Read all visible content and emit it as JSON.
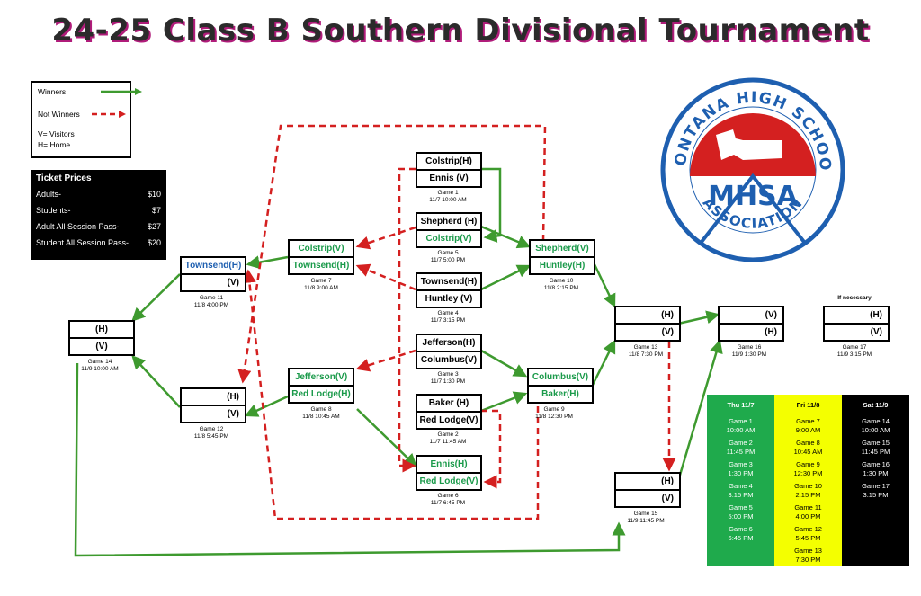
{
  "title": "24-25 Class B Southern Divisional Tournament",
  "legend": {
    "winners": "Winners",
    "not_winners": "Not Winners",
    "visitors": "V= Visitors",
    "home": "H= Home"
  },
  "tickets": {
    "heading": "Ticket Prices",
    "rows": [
      {
        "label": "Adults-",
        "price": "$10"
      },
      {
        "label": "Students-",
        "price": "$7"
      },
      {
        "label": "Adult All Session Pass-",
        "price": "$27"
      },
      {
        "label": "Student All Session Pass-",
        "price": "$20"
      }
    ]
  },
  "logo": {
    "top_text": "MONTANA HIGH SCHOOL",
    "center_text": "MHSA",
    "bottom_text": "ASSOCIATION"
  },
  "games": {
    "g1": {
      "top": "Colstrip(H)",
      "bottom": "Ennis (V)",
      "label": "Game 1",
      "time": "11/7 10:00 AM"
    },
    "g2": {
      "top": "Baker (H)",
      "bottom": "Red Lodge(V)",
      "label": "Game 2",
      "time": "11/7 11:45 AM"
    },
    "g3": {
      "top": "Jefferson(H)",
      "bottom": "Columbus(V)",
      "label": "Game 3",
      "time": "11/7 1:30 PM"
    },
    "g4": {
      "top": "Townsend(H)",
      "bottom": "Huntley (V)",
      "label": "Game 4",
      "time": "11/7 3:15 PM"
    },
    "g5": {
      "top": "Shepherd (H)",
      "bottom": "Colstrip(V)",
      "label": "Game 5",
      "time": "11/7 5:00 PM"
    },
    "g6": {
      "top": "Ennis(H)",
      "bottom": "Red Lodge(V)",
      "label": "Game 6",
      "time": "11/7 6:45 PM"
    },
    "g7": {
      "top": "Colstrip(V)",
      "bottom": "Townsend(H)",
      "label": "Game 7",
      "time": "11/8 9:00 AM"
    },
    "g8": {
      "top": "Jefferson(V)",
      "bottom": "Red Lodge(H)",
      "label": "Game 8",
      "time": "11/8 10:45 AM"
    },
    "g9": {
      "top": "Columbus(V)",
      "bottom": "Baker(H)",
      "label": "Game 9",
      "time": "11/8 12:30 PM"
    },
    "g10": {
      "top": "Shepherd(V)",
      "bottom": "Huntley(H)",
      "label": "Game 10",
      "time": "11/8 2:15 PM"
    },
    "g11": {
      "top": "Townsend(H)",
      "bottom": "(V)",
      "label": "Game 11",
      "time": "11/8 4:00 PM"
    },
    "g12": {
      "top": "(H)",
      "bottom": "(V)",
      "label": "Game 12",
      "time": "11/8 5:45 PM"
    },
    "g13": {
      "top": "(H)",
      "bottom": "(V)",
      "label": "Game 13",
      "time": "11/8 7:30 PM"
    },
    "g14": {
      "top": "(H)",
      "bottom": "(V)",
      "label": "Game 14",
      "time": "11/9 10:00 AM"
    },
    "g15": {
      "top": "(H)",
      "bottom": "(V)",
      "label": "Game 15",
      "time": "11/9 11:45 PM"
    },
    "g16": {
      "top": "(V)",
      "bottom": "(H)",
      "label": "Game 16",
      "time": "11/9 1:30 PM"
    },
    "g17": {
      "top": "(H)",
      "bottom": "(V)",
      "label": "Game 17",
      "time": "11/9 3:15 PM",
      "note": "If necessary"
    }
  },
  "schedule": {
    "headers": [
      "Thu 11/7",
      "Fri 11/8",
      "Sat 11/9"
    ],
    "rows": [
      [
        "Game 1|10:00 AM",
        "Game 7|9:00 AM",
        "Game 14|10:00 AM"
      ],
      [
        "Game 2|11:45 PM",
        "Game 8|10:45 AM",
        "Game 15|11:45 PM"
      ],
      [
        "Game 3|1:30 PM",
        "Game 9|12:30 PM",
        "Game 16|1:30 PM"
      ],
      [
        "Game 4|3:15 PM",
        "Game 10|2:15 PM",
        "Game 17|3:15 PM"
      ],
      [
        "Game 5|5:00 PM",
        "Game 11|4:00 PM",
        ""
      ],
      [
        "Game 6|6:45 PM",
        "Game 12|5:45 PM",
        ""
      ],
      [
        "",
        "Game 13|7:30 PM",
        ""
      ]
    ]
  },
  "colors": {
    "winner_line": "#3e9a2f",
    "not_winner_line": "#d42020",
    "team_green": "#1a9a4a",
    "team_blue": "#1e5fb0",
    "thu": "#1faa4c",
    "fri": "#f4ff00",
    "sat": "#000000"
  }
}
